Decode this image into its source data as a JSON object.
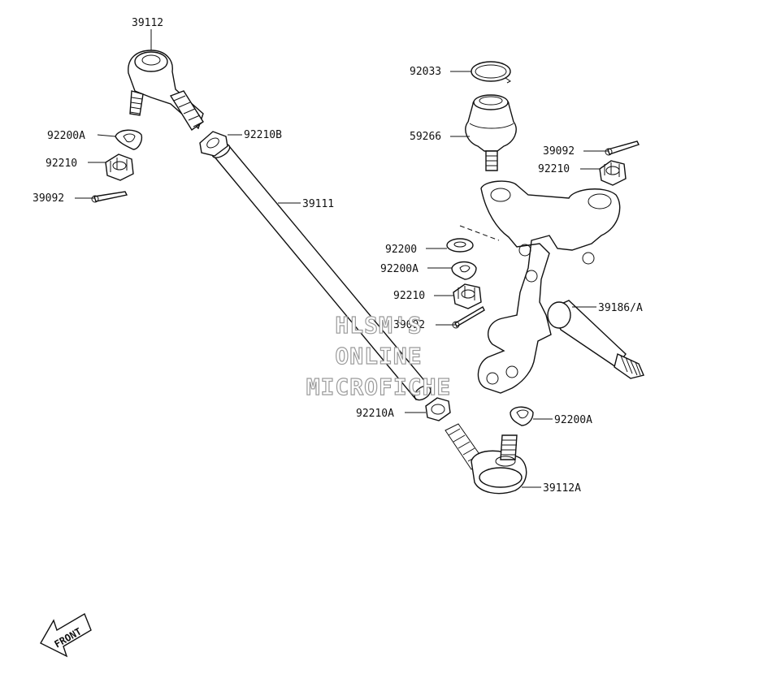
{
  "labels": [
    {
      "id": "top-tie-rod-end",
      "text": "39112"
    },
    {
      "id": "top-castle-nut-washer",
      "text": "92200A"
    },
    {
      "id": "top-castle-nut",
      "text": "92210"
    },
    {
      "id": "top-cotter-pin",
      "text": "39092"
    },
    {
      "id": "tie-rod-locknut-top",
      "text": "92210B"
    },
    {
      "id": "tie-rod",
      "text": "39111"
    },
    {
      "id": "snap-ring",
      "text": "92033"
    },
    {
      "id": "ball-joint",
      "text": "59266"
    },
    {
      "id": "knuckle-cotter-pin",
      "text": "39092"
    },
    {
      "id": "knuckle-castle-nut",
      "text": "92210"
    },
    {
      "id": "knuckle-washer",
      "text": "92200"
    },
    {
      "id": "knuckle-washer-a",
      "text": "92200A"
    },
    {
      "id": "knuckle-nut",
      "text": "92210"
    },
    {
      "id": "knuckle-pin",
      "text": "39092"
    },
    {
      "id": "steering-knuckle",
      "text": "39186/A"
    },
    {
      "id": "tie-rod-locknut-bottom",
      "text": "92210A"
    },
    {
      "id": "bottom-washer",
      "text": "92200A"
    },
    {
      "id": "bottom-tie-rod-end",
      "text": "39112A"
    }
  ],
  "watermark": [
    "HLSM'S",
    "ONLINE",
    "MICROFICHE"
  ],
  "front_arrow": {
    "text": "FRONT"
  }
}
